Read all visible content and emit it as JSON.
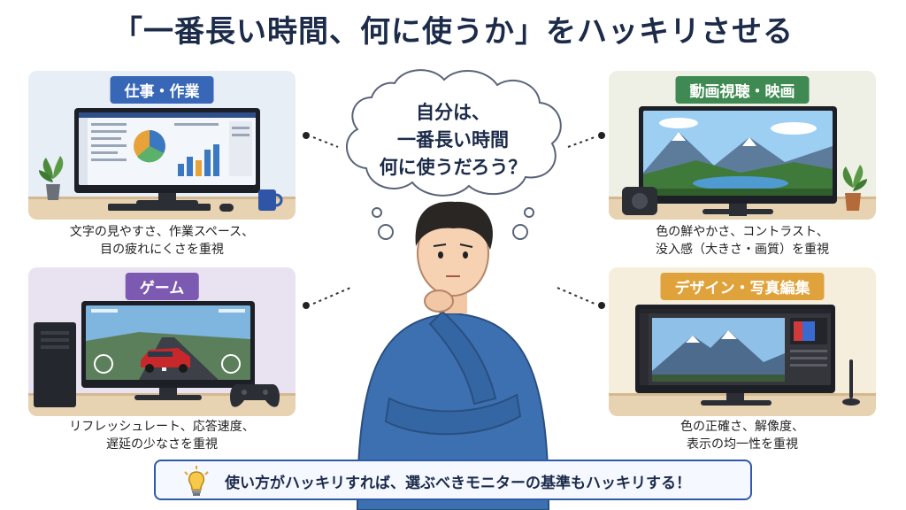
{
  "title": "「一番長い時間、何に使うか」をハッキリさせる",
  "thought": {
    "line1": "自分は、",
    "line2": "一番長い時間",
    "line3": "何に使うだろう？"
  },
  "panels": {
    "work": {
      "label": "仕事・作業",
      "caption1": "文字の見やすさ、作業スペース、",
      "caption2": "目の疲れにくさを重視"
    },
    "video": {
      "label": "動画視聴・映画",
      "caption1": "色の鮮やかさ、コントラスト、",
      "caption2": "没入感（大きさ・画質）を重視"
    },
    "game": {
      "label": "ゲーム",
      "caption1": "リフレッシュレート、応答速度、",
      "caption2": "遅延の少なさを重視"
    },
    "design": {
      "label": "デザイン・写真編集",
      "caption1": "色の正確さ、解像度、",
      "caption2": "表示の均一性を重視"
    }
  },
  "footer": {
    "text": "使い方がハッキリすれば、選ぶべきモニターの基準もハッキリする！"
  },
  "colors": {
    "title": "#1c2b4a",
    "work": "#3867b8",
    "video": "#3f8a52",
    "game": "#7d5ab2",
    "design": "#e0a23a",
    "footer_border": "#2f5aa8",
    "shirt": "#3c70b0"
  },
  "icons": [
    "lightbulb-icon",
    "thinking-person-icon",
    "plant-icon",
    "mug-icon",
    "speaker-icon",
    "game-controller-icon",
    "stylus-icon"
  ]
}
